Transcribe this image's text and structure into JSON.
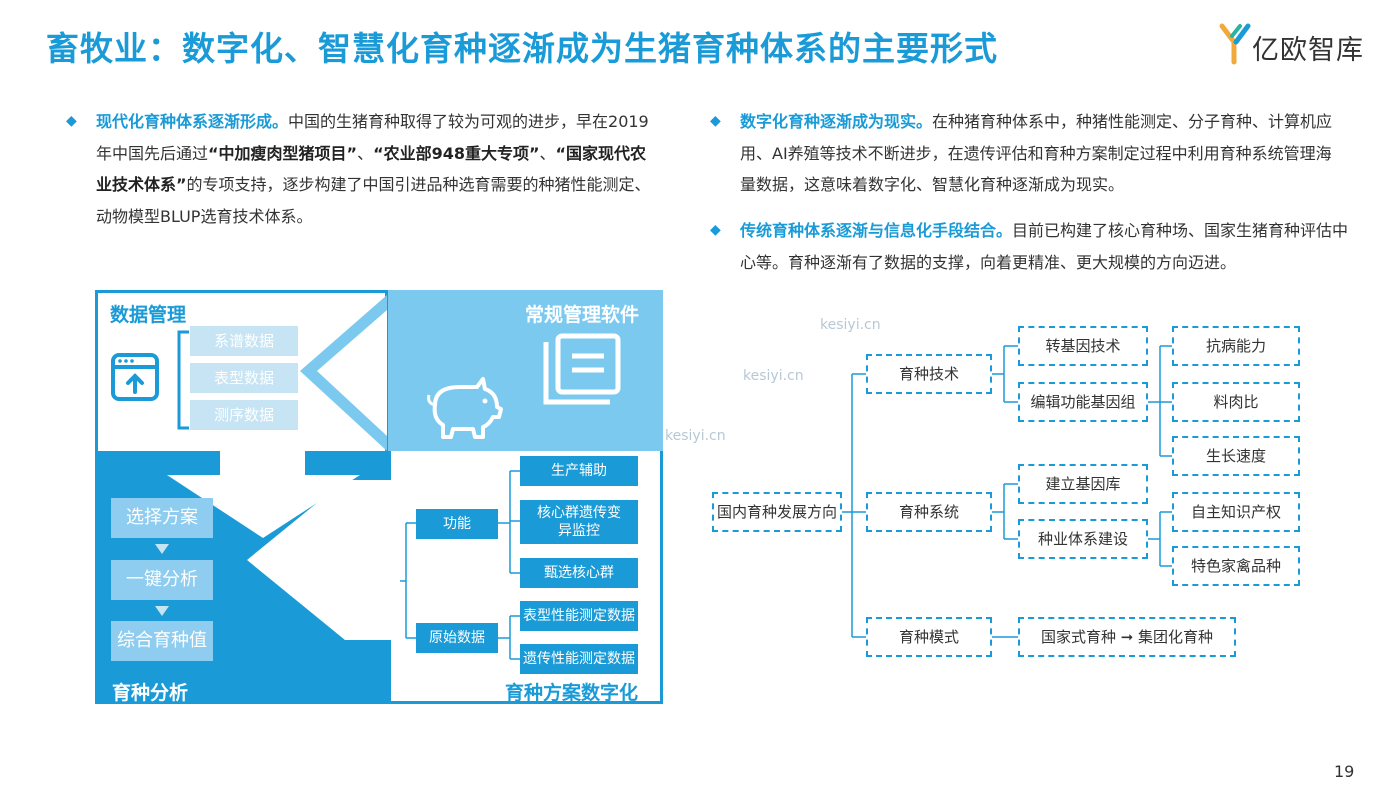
{
  "title": "畜牧业：数字化、智慧化育种逐渐成为生猪育种体系的主要形式",
  "logo_text": "亿欧智库",
  "left_para": {
    "lead": "现代化育种体系逐渐形成。",
    "t1": "中国的生猪育种取得了较为可观的进步，早在2019年中国先后通过",
    "s1": "“中加瘦肉型猪项目”",
    "t2": "、",
    "s2": "“农业部948重大专项”",
    "t3": "、",
    "s3": "“国家现代农业技术体系”",
    "t4": "的专项支持，逐步构建了中国引进品种选育需要的种猪性能测定、动物模型BLUP选育技术体系。"
  },
  "right_para1": {
    "lead": "数字化育种逐渐成为现实。",
    "text": "在种猪育种体系中，种猪性能测定、分子育种、计算机应用、AI养殖等技术不断进步，在遗传评估和育种方案制定过程中利用育种系统管理海量数据，这意味着数字化、智慧化育种逐渐成为现实。"
  },
  "right_para2": {
    "lead": "传统育种体系逐渐与信息化手段结合。",
    "text": "目前已构建了核心育种场、国家生猪育种评估中心等。育种逐渐有了数据的支撑，向着更精准、更大规模的方向迈进。"
  },
  "diagram": {
    "data_mgmt": "数据管理",
    "data_items": [
      "系谱数据",
      "表型数据",
      "测序数据"
    ],
    "software": "常规管理软件",
    "breeding_analysis": "育种分析",
    "analysis_steps": [
      "选择方案",
      "一键分析",
      "综合育种值"
    ],
    "plan_digital": "育种方案数字化",
    "function": "功能",
    "function_items": [
      "生产辅助",
      "核心群遗传变异监控",
      "甄选核心群"
    ],
    "raw_data": "原始数据",
    "raw_items": [
      "表型性能测定数据",
      "遗传性能测定数据"
    ]
  },
  "tree": {
    "root": "国内育种发展方向",
    "tech": "育种技术",
    "tech_children": [
      "转基因技术",
      "编辑功能基因组"
    ],
    "tech_leaves": [
      "抗病能力",
      "料肉比",
      "生长速度"
    ],
    "system": "育种系统",
    "system_children": [
      "建立基因库",
      "种业体系建设"
    ],
    "system_leaves": [
      "自主知识产权",
      "特色家禽品种"
    ],
    "mode": "育种模式",
    "mode_child": "国家式育种 ➞ 集团化育种"
  },
  "watermark": "kesiyi.cn",
  "page_number": "19",
  "colors": {
    "accent": "#1a9bd7",
    "light": "#7cc9ef",
    "pale": "#c6e4f4"
  }
}
